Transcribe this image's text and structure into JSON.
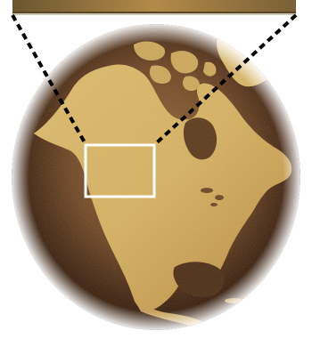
{
  "colors": {
    "background": "#ffffff",
    "globe_ocean_light": "#9a6a36",
    "globe_ocean_dark": "#3a1e0a",
    "land_light": "#e8c874",
    "land_dark": "#b98a3c",
    "inset_strip": "#a07a40",
    "highlight_box": "#ffffff",
    "connector_line": "#000000"
  },
  "elements": {
    "globe": "north-america-globe",
    "inset": "zoomed-map-strip",
    "marker": "region-highlight-box",
    "connectors": "zoom-connector-lines"
  }
}
